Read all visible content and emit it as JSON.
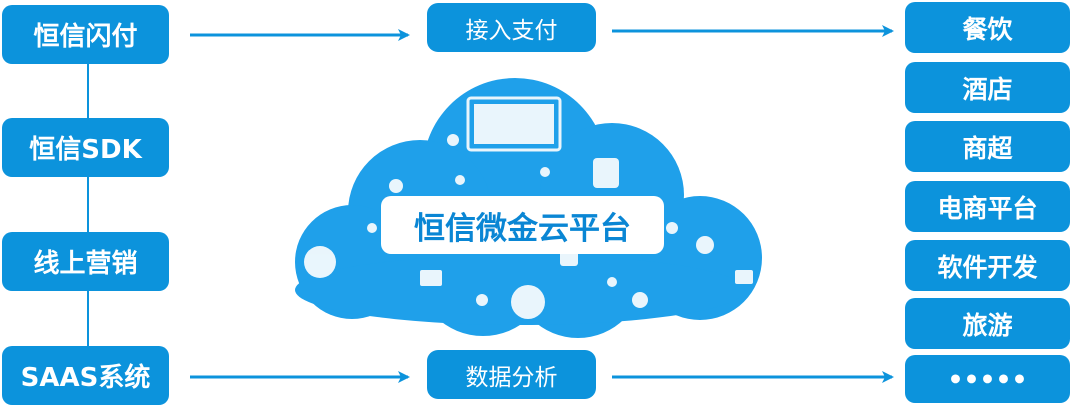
{
  "left_boxes": [
    {
      "label": "恒信闪付"
    },
    {
      "label": "恒信SDK"
    },
    {
      "label": "线上营销"
    },
    {
      "label": "SAAS系统"
    }
  ],
  "middle_boxes": {
    "top": "接入支付",
    "bottom": "数据分析"
  },
  "center": {
    "title": "恒信微金云平台",
    "icon": "cloud-of-app-icons"
  },
  "right_boxes": [
    {
      "label": "餐饮"
    },
    {
      "label": "酒店"
    },
    {
      "label": "商超"
    },
    {
      "label": "电商平台"
    },
    {
      "label": "软件开发"
    },
    {
      "label": "旅游"
    },
    {
      "label": "•••••"
    }
  ],
  "colors": {
    "accent": "#0c93dc",
    "cloud": "#1fa0ea",
    "text_on_accent": "#ffffff",
    "title_text": "#0a86d4"
  }
}
